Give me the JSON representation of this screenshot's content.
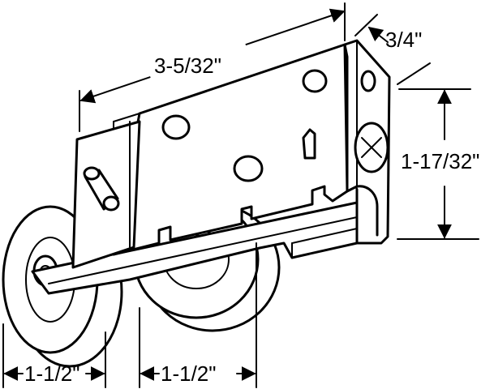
{
  "diagram": {
    "dimensions": {
      "length": "3-5/32\"",
      "depth": "3/4\"",
      "height": "1-17/32\"",
      "wheel_left": "1-1/2\"",
      "wheel_right": "1-1/2\""
    }
  }
}
